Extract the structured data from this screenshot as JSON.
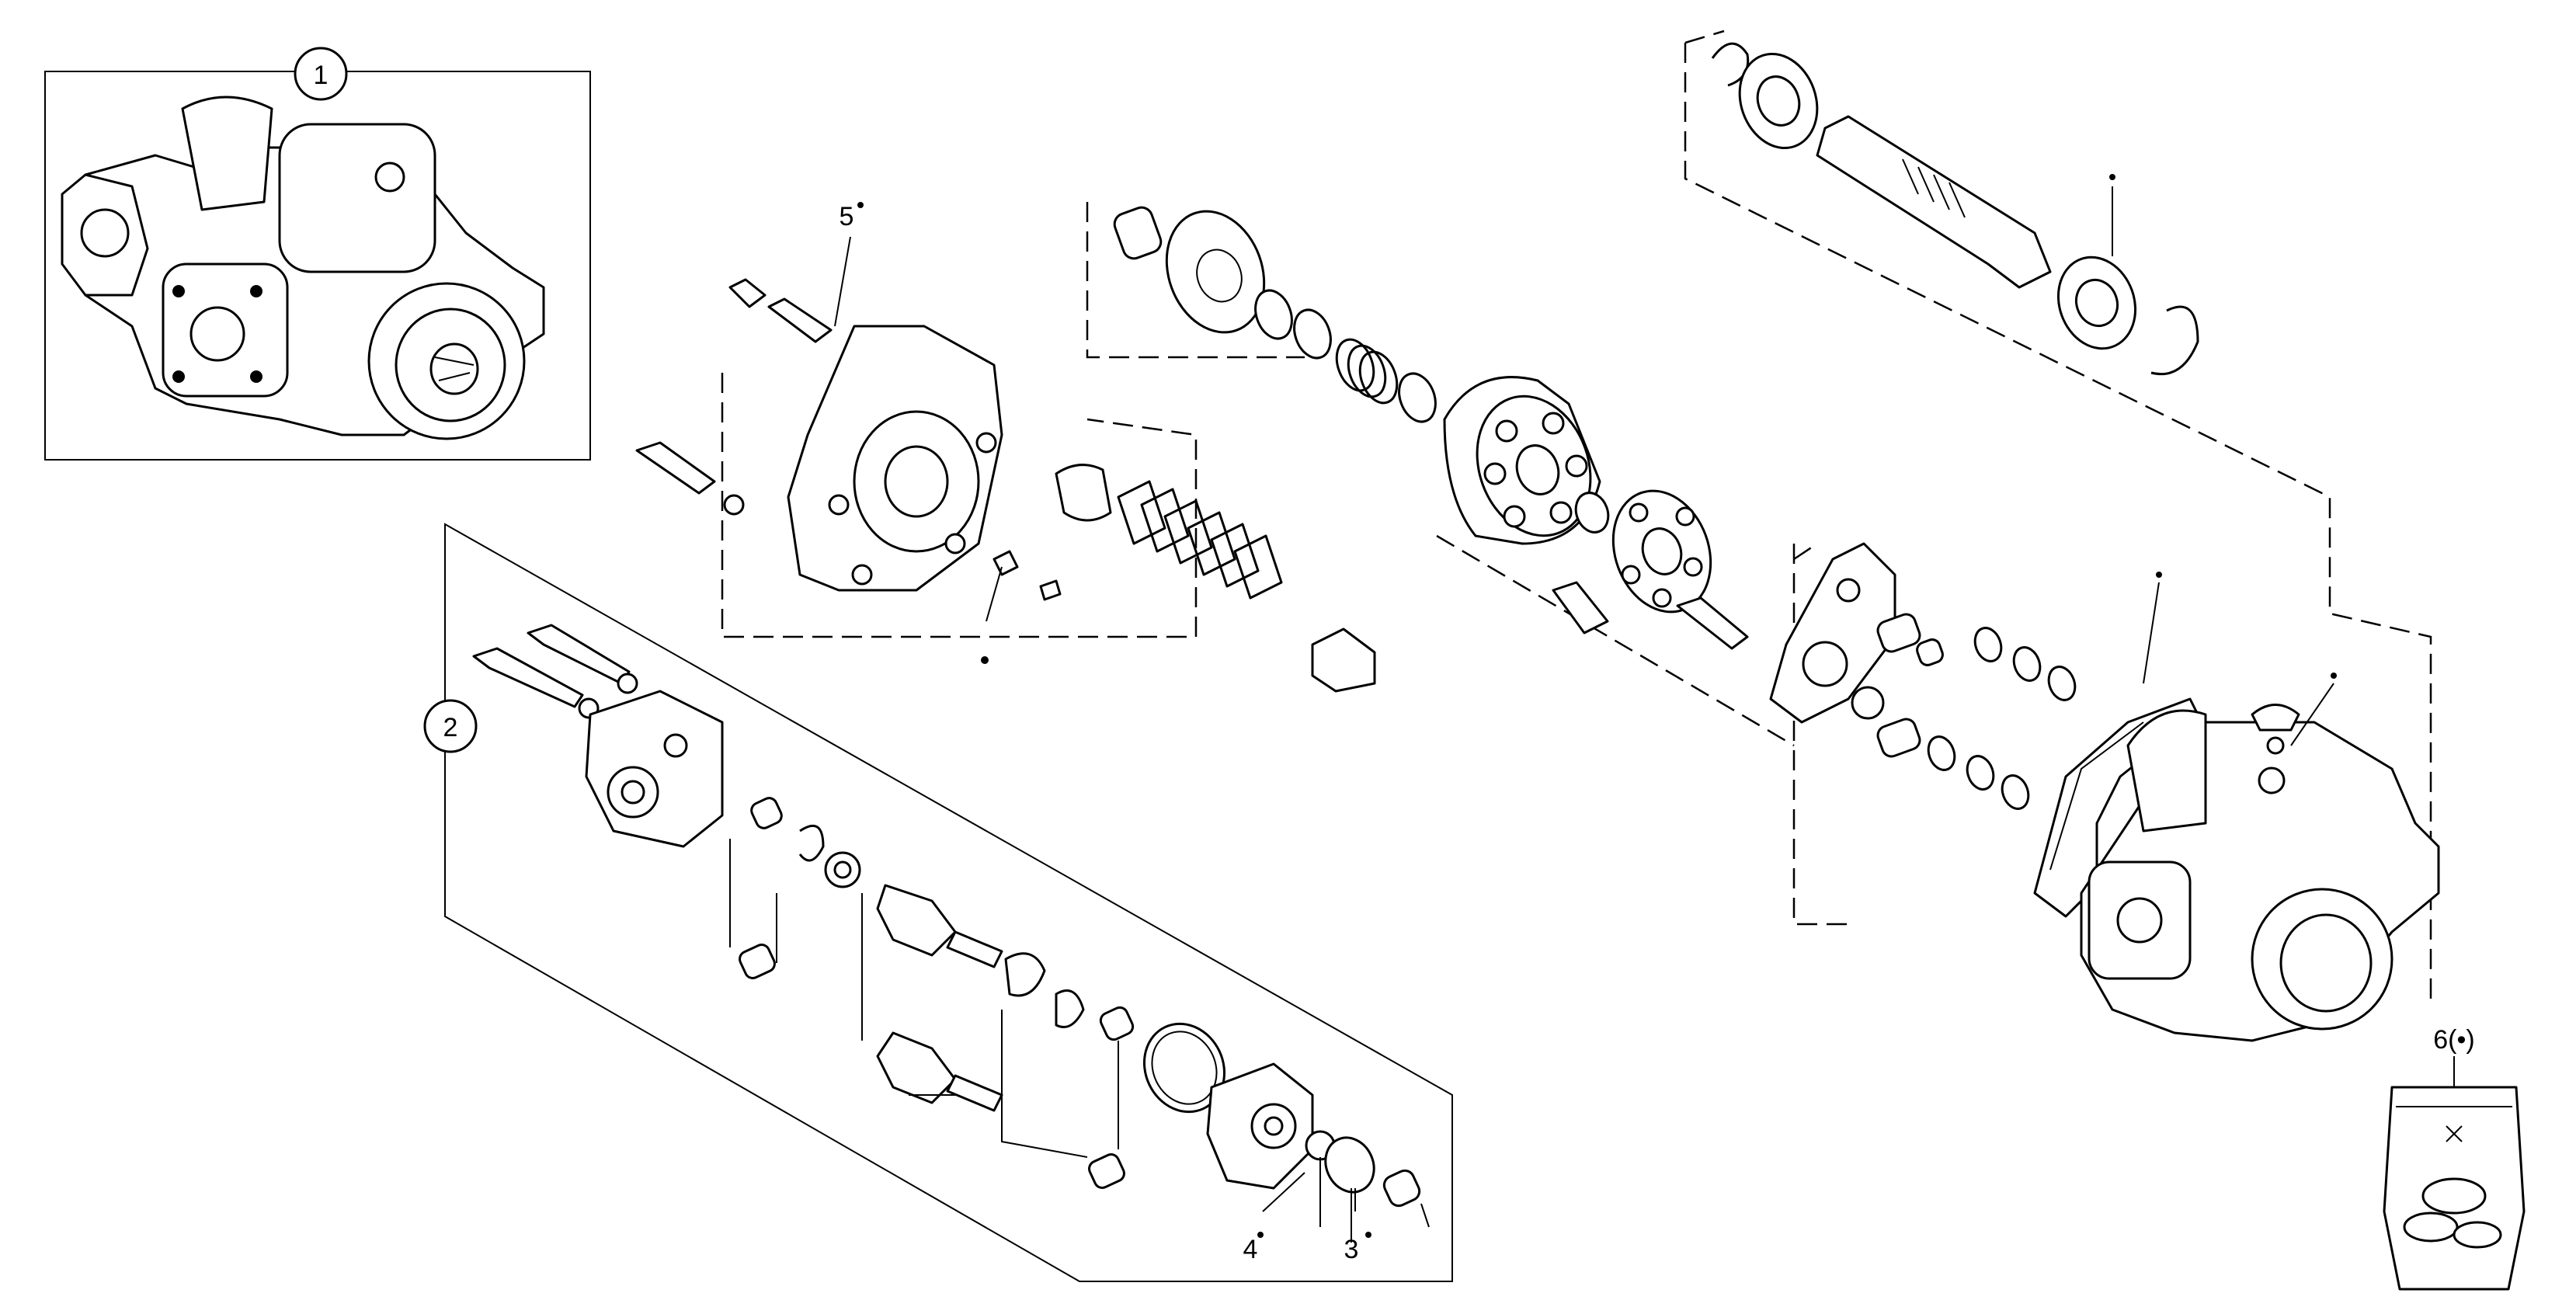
{
  "callouts": {
    "c1": "1",
    "c2": "2",
    "c3": "3",
    "c4": "4",
    "c5": "5",
    "c6": "6(•)"
  }
}
